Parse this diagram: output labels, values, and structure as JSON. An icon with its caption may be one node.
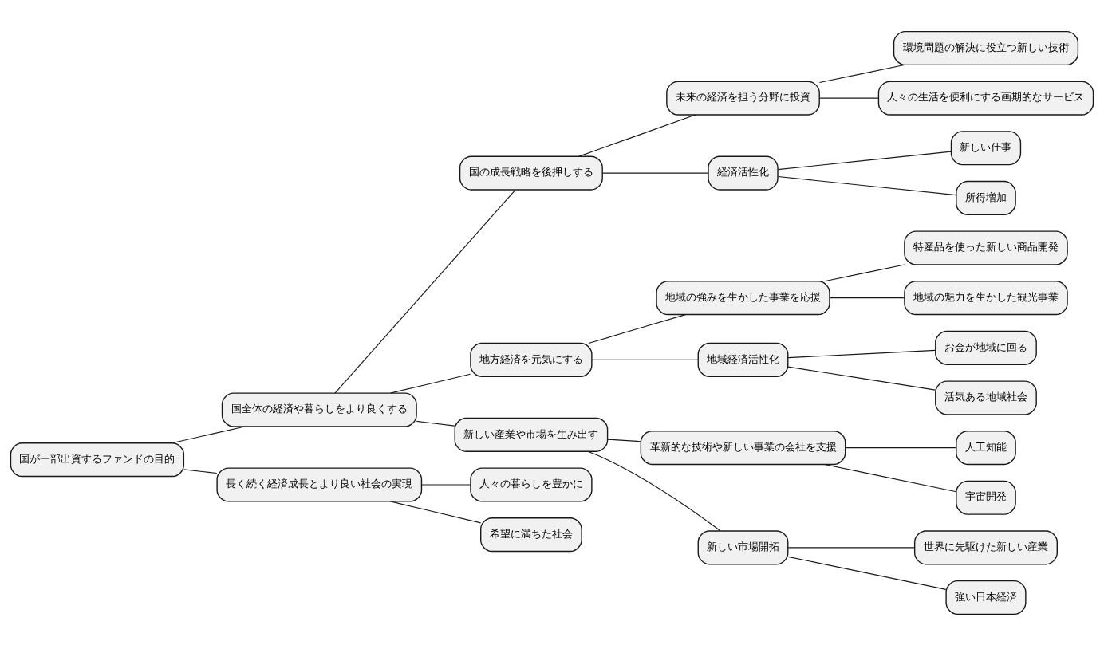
{
  "diagram": {
    "nodes": [
      {
        "text": [
          "国が一部出資するファンドの目的"
        ]
      },
      {
        "text": [
          "国全体の経済や暮らしをより良くする"
        ]
      },
      {
        "text": [
          "国の成長戦略を後押しする"
        ]
      },
      {
        "text": [
          "未来の経済を担う分野に投資"
        ]
      },
      {
        "text": [
          "環境問題の解決に役立つ新しい技術"
        ]
      },
      {
        "text": [
          "人々の生活を便利にする画期的なサービス"
        ]
      },
      {
        "text": [
          "経済活性化"
        ]
      },
      {
        "text": [
          "新しい仕事"
        ]
      },
      {
        "text": [
          "所得増加"
        ]
      },
      {
        "text": [
          "地方経済を元気にする"
        ]
      },
      {
        "text": [
          "地域の強みを生かした事業を応援"
        ]
      },
      {
        "text": [
          "特産品を使った新しい商品開発"
        ]
      },
      {
        "text": [
          "地域の魅力を生かした観光事業"
        ]
      },
      {
        "text": [
          "地域経済活性化"
        ]
      },
      {
        "text": [
          "お金が地域に回る"
        ]
      },
      {
        "text": [
          "活気ある地域社会"
        ]
      },
      {
        "text": [
          "新しい産業や市場を生み出す"
        ]
      },
      {
        "text": [
          "革新的な技術や新しい事業の会社を支援"
        ]
      },
      {
        "text": [
          "人工知能"
        ]
      },
      {
        "text": [
          "宇宙開発"
        ]
      },
      {
        "text": [
          "新しい市場開拓"
        ]
      },
      {
        "text": [
          "世界に先駆けた新しい産業"
        ]
      },
      {
        "text": [
          "強い日本経済"
        ]
      },
      {
        "text": [
          "長く続く経済成長とより良い社会の実現"
        ]
      },
      {
        "text": [
          "人々の暮らしを豊かに"
        ]
      },
      {
        "text": [
          "希望に満ちた社会"
        ]
      }
    ],
    "edges": [
      {
        "from": 0,
        "to": 1,
        "arrow": "none"
      },
      {
        "from": 1,
        "to": 2,
        "arrow": "none"
      },
      {
        "from": 2,
        "to": 3,
        "arrow": "none"
      },
      {
        "from": 3,
        "to": 4,
        "arrow": "none"
      },
      {
        "from": 3,
        "to": 5,
        "arrow": "none"
      },
      {
        "from": 2,
        "to": 6,
        "arrow": "none"
      },
      {
        "from": 6,
        "to": 7,
        "arrow": "none"
      },
      {
        "from": 6,
        "to": 8,
        "arrow": "none"
      },
      {
        "from": 1,
        "to": 9,
        "arrow": "none"
      },
      {
        "from": 9,
        "to": 10,
        "arrow": "none"
      },
      {
        "from": 10,
        "to": 11,
        "arrow": "none"
      },
      {
        "from": 10,
        "to": 12,
        "arrow": "none"
      },
      {
        "from": 9,
        "to": 13,
        "arrow": "none"
      },
      {
        "from": 13,
        "to": 14,
        "arrow": "none"
      },
      {
        "from": 13,
        "to": 15,
        "arrow": "none"
      },
      {
        "from": 1,
        "to": 16,
        "arrow": "none"
      },
      {
        "from": 16,
        "to": 17,
        "arrow": "none"
      },
      {
        "from": 17,
        "to": 18,
        "arrow": "none"
      },
      {
        "from": 17,
        "to": 19,
        "arrow": "none"
      },
      {
        "from": 16,
        "to": 20,
        "arrow": "none"
      },
      {
        "from": 20,
        "to": 21,
        "arrow": "none"
      },
      {
        "from": 20,
        "to": 22,
        "arrow": "none"
      },
      {
        "from": 0,
        "to": 23,
        "arrow": "none"
      },
      {
        "from": 23,
        "to": 24,
        "arrow": "none"
      },
      {
        "from": 23,
        "to": 25,
        "arrow": "none"
      }
    ]
  }
}
